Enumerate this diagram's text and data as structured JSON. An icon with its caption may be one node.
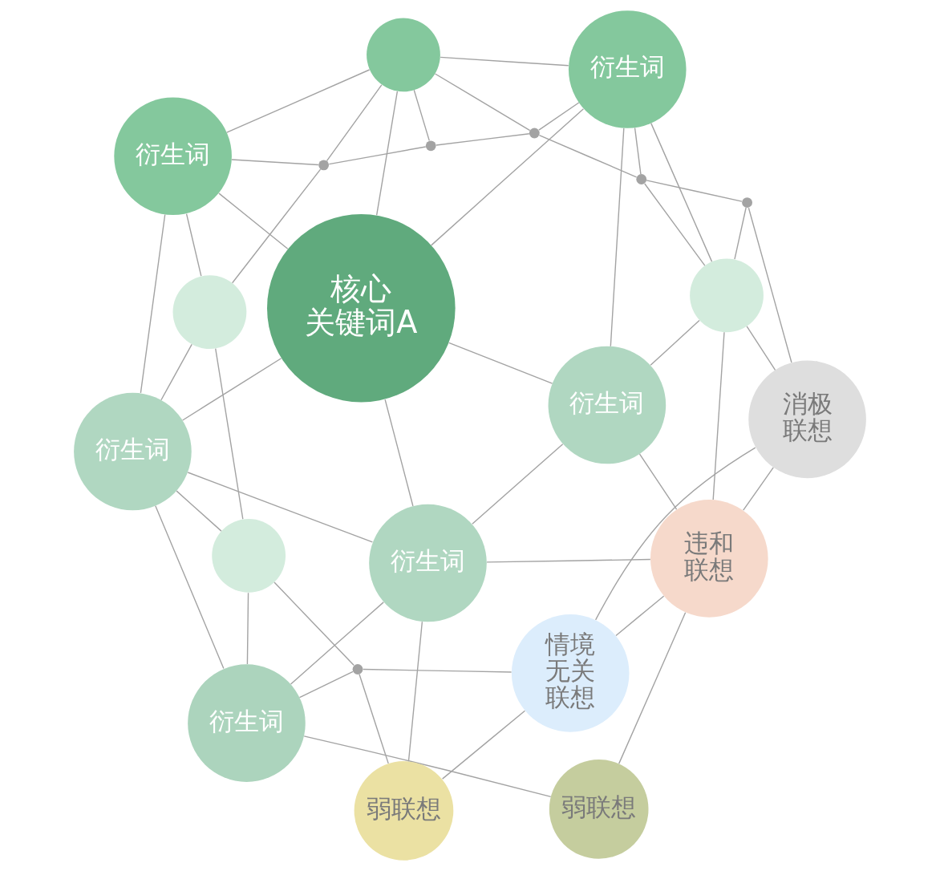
{
  "diagram": {
    "nodes": [
      {
        "text": [],
        "shape": "dot"
      },
      {
        "text": [],
        "shape": "dot"
      },
      {
        "text": [],
        "shape": "circle"
      },
      {
        "text": [],
        "shape": "dot"
      },
      {
        "text": [],
        "shape": "circle"
      },
      {
        "text": [
          "衍生词"
        ]
      },
      {
        "text": [
          "衍生词"
        ]
      },
      {
        "text": [],
        "shape": "dot"
      },
      {
        "text": [
          "核心关键词A"
        ]
      },
      {
        "text": [
          "衍生词"
        ]
      },
      {
        "text": [
          "衍生词"
        ]
      },
      {
        "text": [],
        "shape": "circle"
      },
      {
        "text": [],
        "shape": "dot"
      },
      {
        "text": [],
        "shape": "circle"
      },
      {
        "text": [
          "衍生词"
        ]
      },
      {
        "text": [
          "衍生词"
        ]
      },
      {
        "text": [
          "违和联想"
        ]
      },
      {
        "text": [
          "消极联想"
        ]
      },
      {
        "text": [],
        "shape": "dot"
      },
      {
        "text": [
          "弱联想"
        ]
      },
      {
        "text": [
          "情境无关联想"
        ]
      },
      {
        "text": [
          "弱联想"
        ]
      }
    ],
    "edges": [
      {
        "from": 0,
        "to": 1,
        "arrow": "none"
      },
      {
        "from": 0,
        "to": 3,
        "arrow": "none"
      },
      {
        "from": 0,
        "to": 2,
        "arrow": "none"
      },
      {
        "from": 2,
        "to": 1,
        "arrow": "none"
      },
      {
        "from": 2,
        "to": 3,
        "arrow": "none"
      },
      {
        "from": 2,
        "to": 5,
        "arrow": "none"
      },
      {
        "from": 2,
        "to": 8,
        "arrow": "none"
      },
      {
        "from": 2,
        "to": 6,
        "arrow": "none"
      },
      {
        "from": 1,
        "to": 4,
        "arrow": "none"
      },
      {
        "from": 1,
        "to": 5,
        "arrow": "none"
      },
      {
        "from": 5,
        "to": 4,
        "arrow": "none"
      },
      {
        "from": 5,
        "to": 8,
        "arrow": "none"
      },
      {
        "from": 5,
        "to": 9,
        "arrow": "none"
      },
      {
        "from": 4,
        "to": 9,
        "arrow": "none"
      },
      {
        "from": 4,
        "to": 13,
        "arrow": "none"
      },
      {
        "from": 3,
        "to": 6,
        "arrow": "none"
      },
      {
        "from": 3,
        "to": 7,
        "arrow": "none"
      },
      {
        "from": 6,
        "to": 7,
        "arrow": "none"
      },
      {
        "from": 6,
        "to": 8,
        "arrow": "none"
      },
      {
        "from": 6,
        "to": 10,
        "arrow": "none"
      },
      {
        "from": 6,
        "to": 11,
        "arrow": "none"
      },
      {
        "from": 7,
        "to": 11,
        "arrow": "none"
      },
      {
        "from": 7,
        "to": 12,
        "arrow": "none"
      },
      {
        "from": 8,
        "to": 9,
        "arrow": "none"
      },
      {
        "from": 8,
        "to": 10,
        "arrow": "none"
      },
      {
        "from": 8,
        "to": 14,
        "arrow": "none"
      },
      {
        "from": 9,
        "to": 13,
        "arrow": "none"
      },
      {
        "from": 9,
        "to": 14,
        "arrow": "none"
      },
      {
        "from": 9,
        "to": 15,
        "arrow": "none"
      },
      {
        "from": 10,
        "to": 11,
        "arrow": "none"
      },
      {
        "from": 10,
        "to": 14,
        "arrow": "none"
      },
      {
        "from": 10,
        "to": 16,
        "arrow": "none"
      },
      {
        "from": 11,
        "to": 12,
        "arrow": "none"
      },
      {
        "from": 11,
        "to": 17,
        "arrow": "none"
      },
      {
        "from": 11,
        "to": 16,
        "arrow": "none"
      },
      {
        "from": 16,
        "to": 20,
        "arrow": "none"
      },
      {
        "from": 12,
        "to": 17,
        "arrow": "none"
      },
      {
        "from": 13,
        "to": 15,
        "arrow": "none"
      },
      {
        "from": 13,
        "to": 18,
        "arrow": "none"
      },
      {
        "from": 14,
        "to": 15,
        "arrow": "none"
      },
      {
        "from": 14,
        "to": 16,
        "arrow": "none"
      },
      {
        "from": 14,
        "to": 21,
        "arrow": "none"
      },
      {
        "from": 15,
        "to": 18,
        "arrow": "none"
      },
      {
        "from": 15,
        "to": 19,
        "arrow": "none"
      },
      {
        "from": 16,
        "to": 17,
        "arrow": "none"
      },
      {
        "from": 16,
        "to": 19,
        "arrow": "none"
      },
      {
        "from": 17,
        "to": 20,
        "arrow": "none"
      },
      {
        "from": 18,
        "to": 21,
        "arrow": "none"
      },
      {
        "from": 18,
        "to": 20,
        "arrow": "none"
      },
      {
        "from": 21,
        "to": 20,
        "arrow": "none"
      }
    ]
  }
}
